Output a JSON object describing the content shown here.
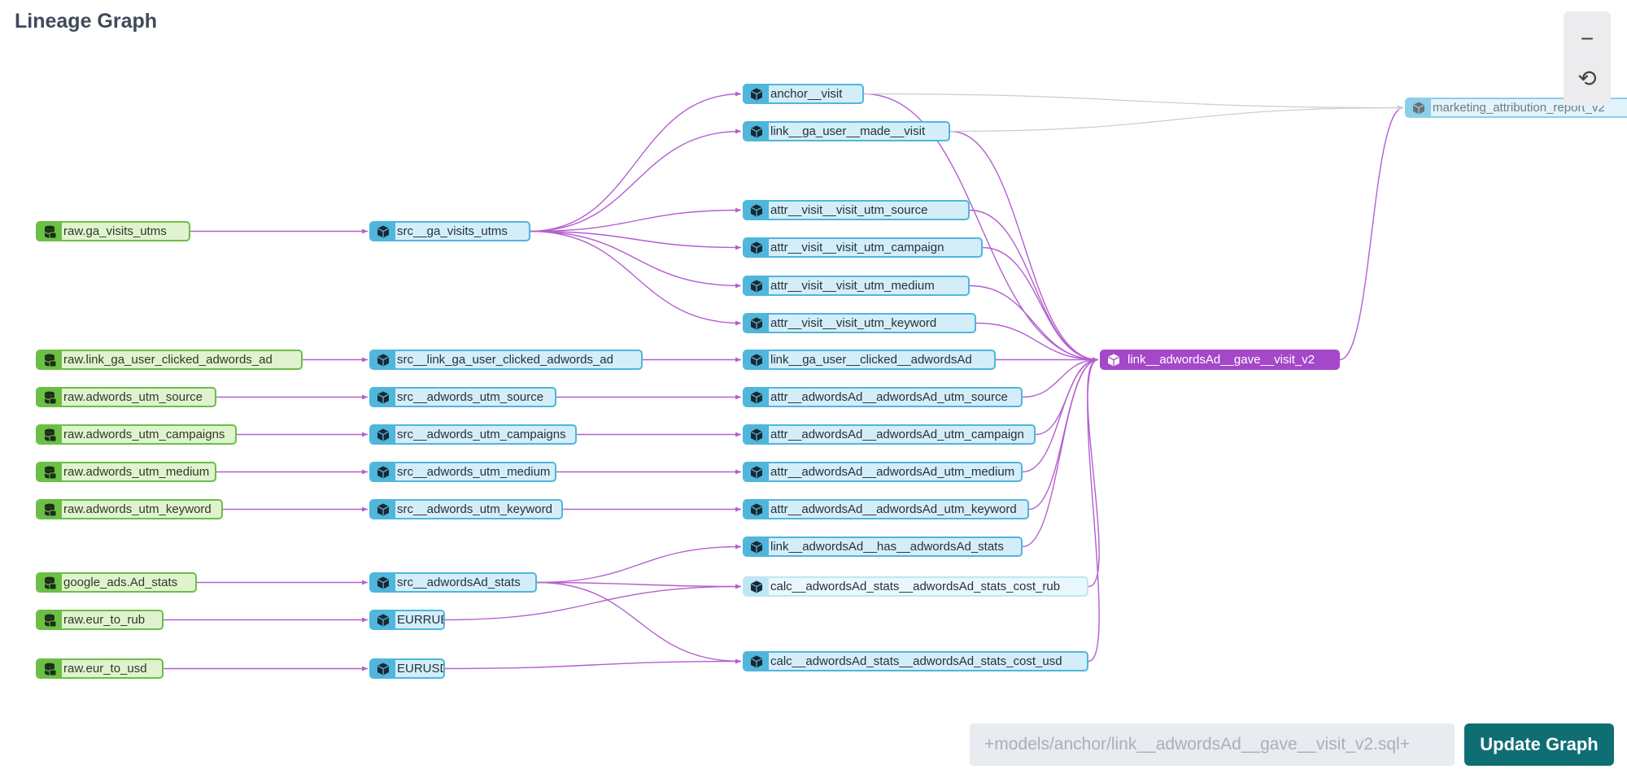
{
  "header": {
    "title": "Lineage Graph"
  },
  "icons": {
    "source": "database-icon",
    "model": "cube-icon",
    "zoom_out": "minus-icon",
    "reset": "reset-icon"
  },
  "colors": {
    "source": "#6bbf45",
    "model": "#4fb6dc",
    "selected": "#a448c9",
    "edge": "#b45fd0",
    "edge_faded": "#c9ccd2",
    "button": "#0f6e74"
  },
  "controls": {
    "zoom_out_label": "−",
    "reset_label": "⟲",
    "selector_placeholder": "+models/anchor/link__adwordsAd__gave__visit_v2.sql+",
    "update_button": "Update Graph"
  },
  "nodes": [
    {
      "id": "raw_ga",
      "label": "raw.ga_visits_utms",
      "kind": "source"
    },
    {
      "id": "raw_link",
      "label": "raw.link_ga_user_clicked_adwords_ad",
      "kind": "source"
    },
    {
      "id": "raw_src",
      "label": "raw.adwords_utm_source",
      "kind": "source"
    },
    {
      "id": "raw_camp",
      "label": "raw.adwords_utm_campaigns",
      "kind": "source"
    },
    {
      "id": "raw_med",
      "label": "raw.adwords_utm_medium",
      "kind": "source"
    },
    {
      "id": "raw_kw",
      "label": "raw.adwords_utm_keyword",
      "kind": "source"
    },
    {
      "id": "g_ads",
      "label": "google_ads.Ad_stats",
      "kind": "source"
    },
    {
      "id": "raw_rub",
      "label": "raw.eur_to_rub",
      "kind": "source"
    },
    {
      "id": "raw_usd",
      "label": "raw.eur_to_usd",
      "kind": "source"
    },
    {
      "id": "src_ga",
      "label": "src__ga_visits_utms",
      "kind": "model"
    },
    {
      "id": "src_link",
      "label": "src__link_ga_user_clicked_adwords_ad",
      "kind": "model"
    },
    {
      "id": "src_src",
      "label": "src__adwords_utm_source",
      "kind": "model"
    },
    {
      "id": "src_camp",
      "label": "src__adwords_utm_campaigns",
      "kind": "model"
    },
    {
      "id": "src_med",
      "label": "src__adwords_utm_medium",
      "kind": "model"
    },
    {
      "id": "src_kw",
      "label": "src__adwords_utm_keyword",
      "kind": "model"
    },
    {
      "id": "src_stats",
      "label": "src__adwordsAd_stats",
      "kind": "model"
    },
    {
      "id": "eurrub",
      "label": "EURRUB",
      "kind": "model"
    },
    {
      "id": "eurusd",
      "label": "EURUSD",
      "kind": "model"
    },
    {
      "id": "anchor",
      "label": "anchor__visit",
      "kind": "model"
    },
    {
      "id": "link_visit",
      "label": "link__ga_user__made__visit",
      "kind": "model"
    },
    {
      "id": "a_source",
      "label": "attr__visit__visit_utm_source",
      "kind": "model"
    },
    {
      "id": "a_campaign",
      "label": "attr__visit__visit_utm_campaign",
      "kind": "model"
    },
    {
      "id": "a_medium",
      "label": "attr__visit__visit_utm_medium",
      "kind": "model"
    },
    {
      "id": "a_keyword",
      "label": "attr__visit__visit_utm_keyword",
      "kind": "model"
    },
    {
      "id": "link_clicked",
      "label": "link__ga_user__clicked__adwordsAd",
      "kind": "model"
    },
    {
      "id": "ad_source",
      "label": "attr__adwordsAd__adwordsAd_utm_source",
      "kind": "model"
    },
    {
      "id": "ad_campaign",
      "label": "attr__adwordsAd__adwordsAd_utm_campaign",
      "kind": "model"
    },
    {
      "id": "ad_medium",
      "label": "attr__adwordsAd__adwordsAd_utm_medium",
      "kind": "model"
    },
    {
      "id": "ad_keyword",
      "label": "attr__adwordsAd__adwordsAd_utm_keyword",
      "kind": "model"
    },
    {
      "id": "link_stats",
      "label": "link__adwordsAd__has__adwordsAd_stats",
      "kind": "model"
    },
    {
      "id": "calc_rub",
      "label": "calc__adwordsAd_stats__adwordsAd_stats_cost_rub",
      "kind": "model",
      "dim": true
    },
    {
      "id": "calc_usd",
      "label": "calc__adwordsAd_stats__adwordsAd_stats_cost_usd",
      "kind": "model"
    },
    {
      "id": "main",
      "label": "link__adwordsAd__gave__visit_v2",
      "kind": "selected"
    },
    {
      "id": "report",
      "label": "marketing_attribution_report_v2",
      "kind": "model",
      "faded": true
    }
  ],
  "edges": [
    [
      "raw_ga",
      "src_ga"
    ],
    [
      "raw_link",
      "src_link"
    ],
    [
      "raw_src",
      "src_src"
    ],
    [
      "raw_camp",
      "src_camp"
    ],
    [
      "raw_med",
      "src_med"
    ],
    [
      "raw_kw",
      "src_kw"
    ],
    [
      "g_ads",
      "src_stats"
    ],
    [
      "raw_rub",
      "eurrub"
    ],
    [
      "raw_usd",
      "eurusd"
    ],
    [
      "src_ga",
      "anchor"
    ],
    [
      "src_ga",
      "link_visit"
    ],
    [
      "src_ga",
      "a_source"
    ],
    [
      "src_ga",
      "a_campaign"
    ],
    [
      "src_ga",
      "a_medium"
    ],
    [
      "src_ga",
      "a_keyword"
    ],
    [
      "src_link",
      "link_clicked"
    ],
    [
      "src_src",
      "ad_source"
    ],
    [
      "src_camp",
      "ad_campaign"
    ],
    [
      "src_med",
      "ad_medium"
    ],
    [
      "src_kw",
      "ad_keyword"
    ],
    [
      "src_stats",
      "link_stats"
    ],
    [
      "src_stats",
      "calc_rub"
    ],
    [
      "src_stats",
      "calc_usd"
    ],
    [
      "eurrub",
      "calc_rub"
    ],
    [
      "eurusd",
      "calc_usd"
    ],
    [
      "anchor",
      "main"
    ],
    [
      "link_visit",
      "main"
    ],
    [
      "a_source",
      "main"
    ],
    [
      "a_campaign",
      "main"
    ],
    [
      "a_medium",
      "main"
    ],
    [
      "a_keyword",
      "main"
    ],
    [
      "link_clicked",
      "main"
    ],
    [
      "ad_source",
      "main"
    ],
    [
      "ad_campaign",
      "main"
    ],
    [
      "ad_medium",
      "main"
    ],
    [
      "ad_keyword",
      "main"
    ],
    [
      "link_stats",
      "main"
    ],
    [
      "calc_rub",
      "main"
    ],
    [
      "calc_usd",
      "main"
    ],
    [
      "main",
      "report"
    ],
    [
      "anchor",
      "report",
      "faded"
    ],
    [
      "link_visit",
      "report",
      "faded"
    ]
  ]
}
